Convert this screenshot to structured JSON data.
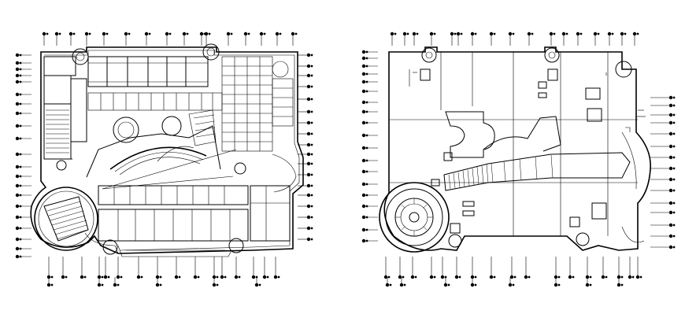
{
  "drawing": {
    "plans": [
      {
        "id": "plan-left",
        "kind": "floor-plan-detailed"
      },
      {
        "id": "plan-right",
        "kind": "floor-plan-structural"
      }
    ],
    "line_color": "#000000",
    "background_color": "#ffffff"
  }
}
